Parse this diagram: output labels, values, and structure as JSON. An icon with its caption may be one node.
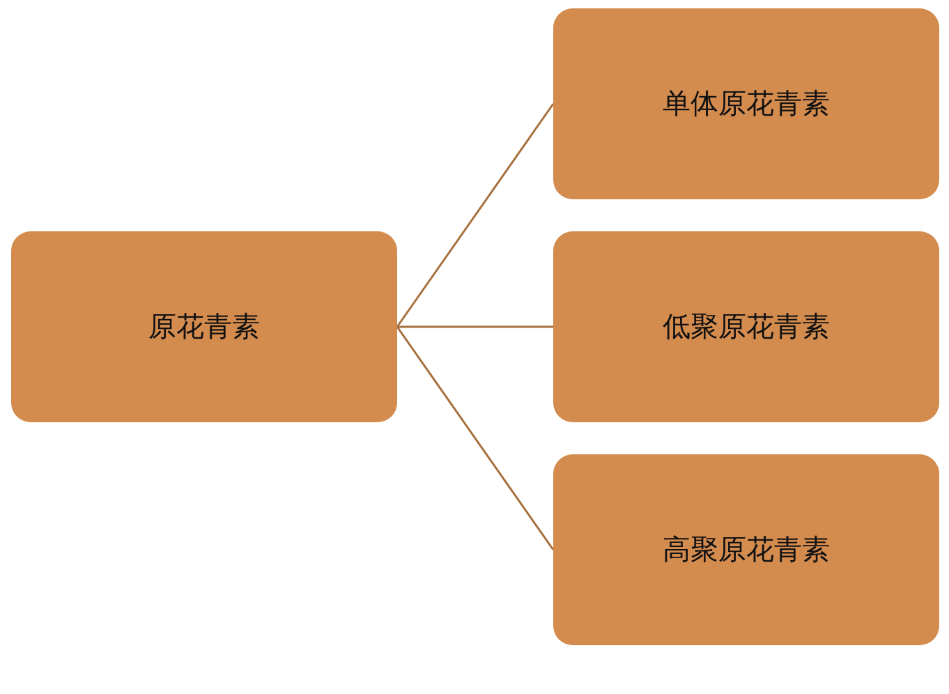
{
  "diagram": {
    "nodes": [
      {
        "text": [
          "原花青素"
        ]
      },
      {
        "text": [
          "单体原花青素"
        ]
      },
      {
        "text": [
          "低聚原花青素"
        ]
      },
      {
        "text": [
          "高聚原花青素"
        ]
      }
    ],
    "edges": [
      {
        "from": 0,
        "to": 1,
        "arrow": "none"
      },
      {
        "from": 0,
        "to": 2,
        "arrow": "none"
      },
      {
        "from": 0,
        "to": 3,
        "arrow": "none"
      }
    ]
  }
}
